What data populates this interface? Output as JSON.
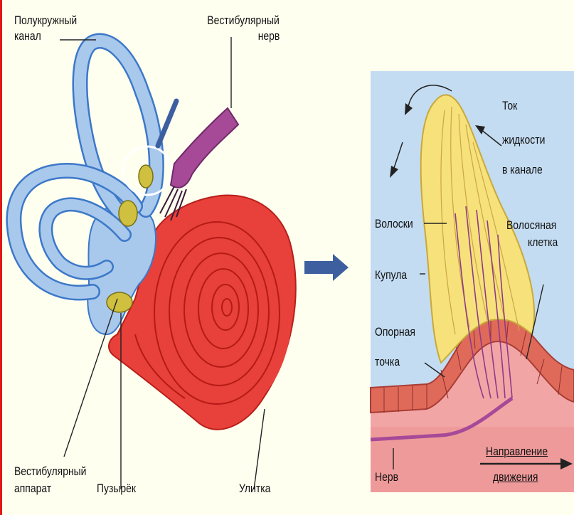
{
  "left": {
    "labels": {
      "canal_1": "Полукружный",
      "canal_2": "канал",
      "nerve_1": "Вестибулярный",
      "nerve_2": "нерв",
      "apparatus_1": "Вестибулярный",
      "apparatus_2": "аппарат",
      "vesicle": "Пузырёк",
      "cochlea": "Улитка"
    }
  },
  "right": {
    "labels": {
      "flow_1": "Ток",
      "flow_2": "жидкости",
      "flow_3": "в канале",
      "hairs": "Волоски",
      "hair_cell_1": "Волосяная",
      "hair_cell_2": "клетка",
      "cupula": "Купула",
      "support_1": "Опорная",
      "support_2": "точка",
      "nerve": "Нерв",
      "direction_1": "Направление",
      "direction_2": "движения"
    }
  },
  "colors": {
    "canal_fill": "#a8c8ec",
    "canal_edge": "#3c78c8",
    "cochlea": "#e8403a",
    "nerve": "#a64a98",
    "cupula": "#f7e17a",
    "panel_bg": "#c4dcf2",
    "pink_tissue": "#f2a5a5",
    "arrow_blue": "#3d5fa0"
  }
}
